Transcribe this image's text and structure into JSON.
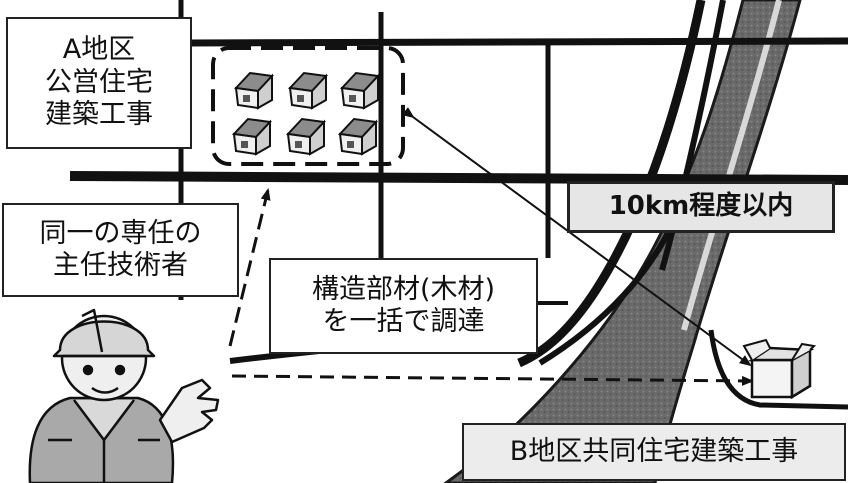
{
  "labels": {
    "district_a": [
      "A地区",
      "公営住宅",
      "建築工事"
    ],
    "engineer": [
      "同一の専任の",
      "主任技術者"
    ],
    "material": [
      "構造部材(木材)",
      "を一括で調達"
    ],
    "distance": "10km程度以内",
    "district_b": "B地区共同住宅建築工事"
  },
  "houses": {
    "count": 6
  },
  "icons": {
    "house": "house-icon",
    "worker": "construction-worker-icon",
    "crate": "wooden-crate-icon"
  },
  "colors": {
    "road": "#111111",
    "river": "#555555",
    "river_edge": "#1a1a1a",
    "label_fill": "#ffffff",
    "distance_fill": "#e6e6e6",
    "district_b_fill": "#ececec"
  }
}
